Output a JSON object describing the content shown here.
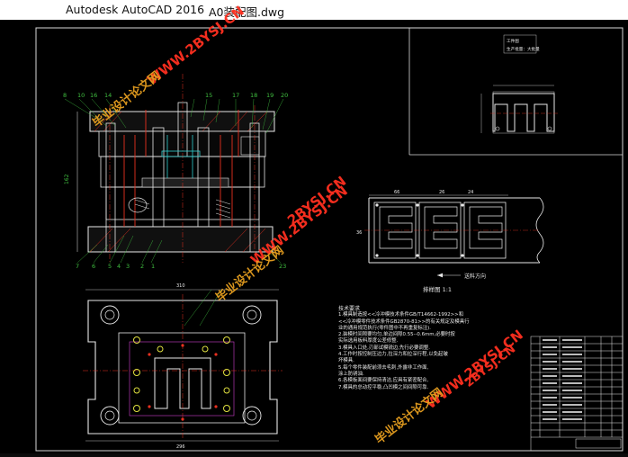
{
  "titlebar": {
    "app": "Autodesk AutoCAD 2016",
    "doc": "A0装配图.dwg"
  },
  "watermarks": {
    "url": "WWW.2BYSJ.CN",
    "url2": "2BYSJ.CN",
    "site": "毕业设计论文网"
  },
  "drawing": {
    "part_labels": {
      "top": [
        "8",
        "10",
        "16",
        "14",
        "15",
        "17",
        "18",
        "19",
        "20"
      ],
      "bottom": [
        "7",
        "6",
        "5",
        "4",
        "3",
        "2",
        "1"
      ],
      "right_bottom": "23",
      "left_dim": "162"
    },
    "part_box": {
      "line1": "工件图",
      "line2": "生产批量：大批量"
    },
    "strip": {
      "arrow": "送料方向",
      "caption": "排样图 1:1",
      "dims": [
        "66",
        "26",
        "24",
        "36"
      ]
    },
    "plan_dims": {
      "top": "310",
      "bottom": "296"
    }
  },
  "notes": {
    "title": "技术要求",
    "items": [
      "1.模具制造按<<冷冲模技术条件GB/T14662-1992>>和",
      "<<冷冲模零件技术条件GB2870-81>>的有关规定及模具行",
      "业的通用规范执行(零件图中不再重复标注).",
      "2.装模时间隙要均匀,单边间隙0.55--0.6mm,必要时按",
      "实际选用板料厚度公差修整.",
      "3.模具入口处,刃部试模锐边,先行必要调整.",
      "4.工作时按控制压边力,拉深力和拉深行程,以免起皱",
      "坏模具.",
      "5.每个零件装配前须去毛刺,外露非工作面,",
      "涂上防锈油.",
      "6.各模板面间要保持清洁,应具有紧密配合,",
      "7.模具的总动控平稳,凸凹模之间间隙可靠."
    ]
  },
  "colors": {
    "bg": "#000000",
    "red": "#e83020",
    "cyan": "#30d0d0",
    "yellow": "#e0e040",
    "green": "#40c040",
    "white": "#e8e8e8",
    "magenta": "#d040d0"
  }
}
